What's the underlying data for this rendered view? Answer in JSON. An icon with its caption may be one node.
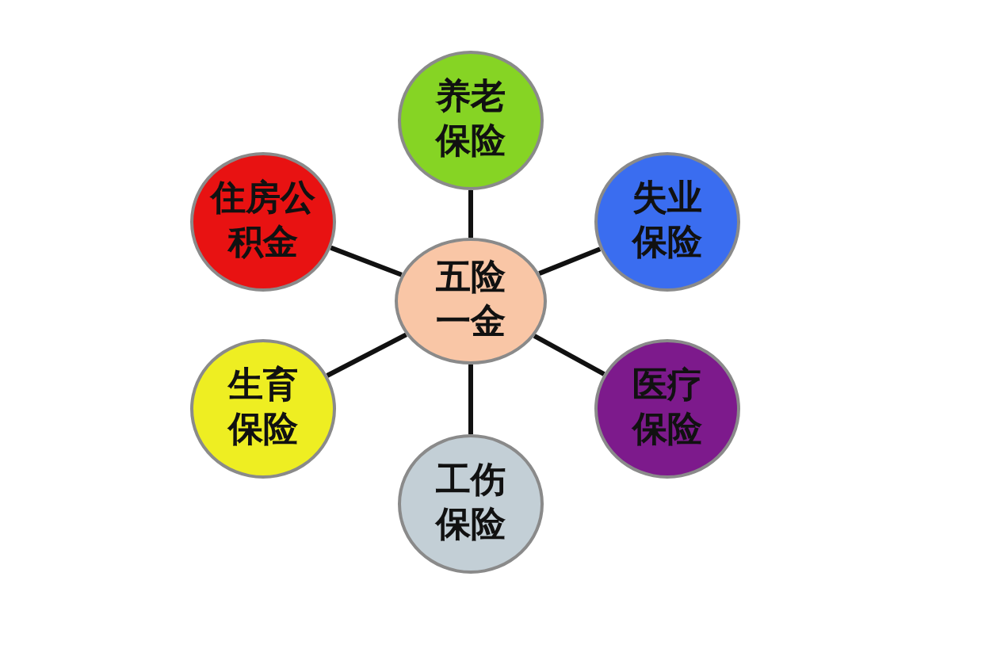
{
  "diagram": {
    "nodes": [
      {
        "text": [
          "五险一金"
        ]
      },
      {
        "text": [
          "养老保险"
        ]
      },
      {
        "text": [
          "失业保险"
        ]
      },
      {
        "text": [
          "医疗保险"
        ]
      },
      {
        "text": [
          "工伤保险"
        ]
      },
      {
        "text": [
          "生育保险"
        ]
      },
      {
        "text": [
          "住房公积金"
        ]
      }
    ],
    "edges": [
      {
        "from": 0,
        "to": 1,
        "arrow": "none"
      },
      {
        "from": 0,
        "to": 2,
        "arrow": "none"
      },
      {
        "from": 0,
        "to": 3,
        "arrow": "none"
      },
      {
        "from": 0,
        "to": 4,
        "arrow": "none"
      },
      {
        "from": 0,
        "to": 5,
        "arrow": "none"
      },
      {
        "from": 0,
        "to": 6,
        "arrow": "none"
      }
    ]
  }
}
